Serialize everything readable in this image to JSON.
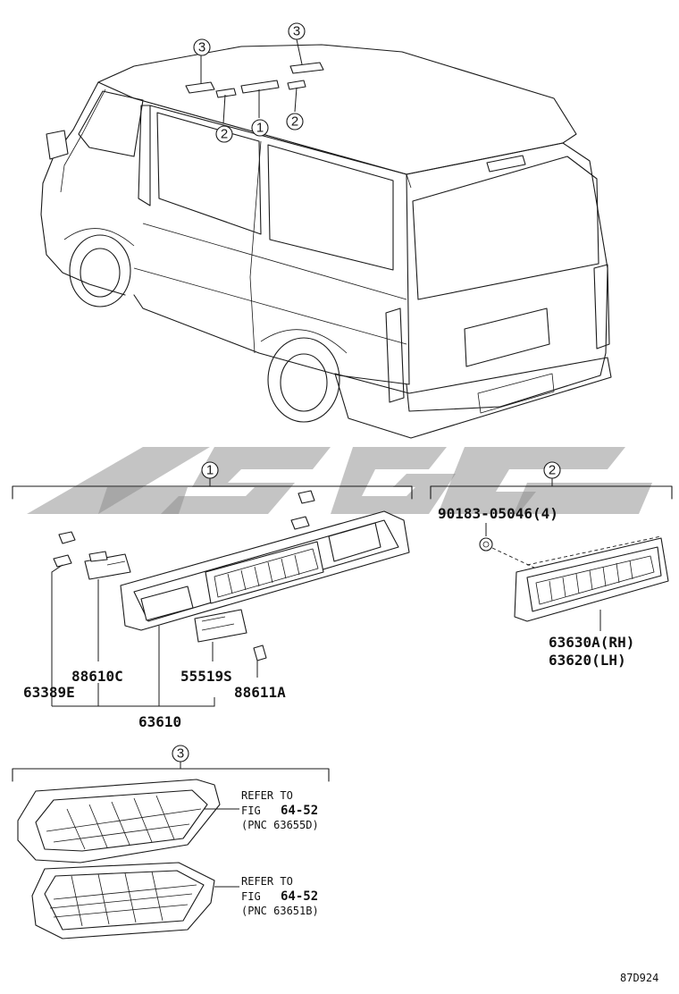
{
  "callouts": {
    "c1": "1",
    "c2": "2",
    "c3": "3"
  },
  "parts": {
    "p63389E": "63389E",
    "p88610C": "88610C",
    "p63610": "63610",
    "p55519S": "55519S",
    "p88611A": "88611A",
    "p90183": "90183-05046(4)",
    "p63630A": "63630A(RH)",
    "p63620": "63620(LH)"
  },
  "refer": [
    {
      "line1": "REFER TO",
      "fig_word": "FIG",
      "fig_num": "64-52",
      "pnc": "(PNC 63655D)"
    },
    {
      "line1": "REFER TO",
      "fig_word": "FIG",
      "fig_num": "64-52",
      "pnc": "(PNC 63651B)"
    }
  ],
  "diagram_code": "87D924",
  "watermark_color": "#8a8a8a"
}
